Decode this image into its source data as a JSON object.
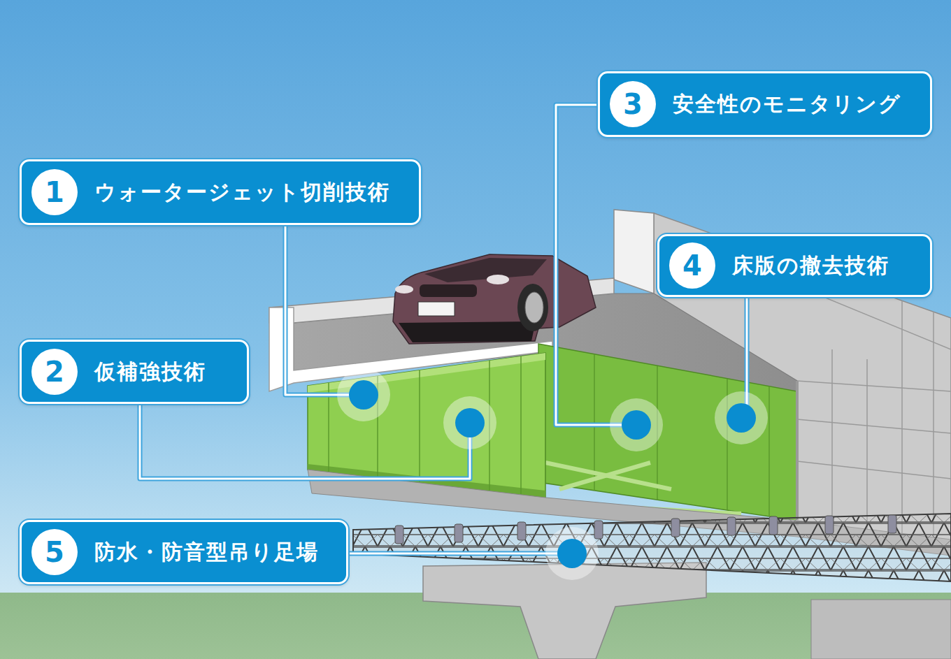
{
  "diagram": {
    "nodes": [
      {
        "text": [
          "ウォータージェット切削技術"
        ]
      },
      {
        "text": [
          "1"
        ],
        "in": 0
      },
      {
        "text": [
          "仮補強技術"
        ]
      },
      {
        "text": [
          "2"
        ],
        "in": 2
      },
      {
        "text": [
          "安全性のモニタリング"
        ]
      },
      {
        "text": [
          "3"
        ],
        "in": 4
      },
      {
        "text": [
          "床版の撤去技術"
        ]
      },
      {
        "text": [
          "4"
        ],
        "in": 6
      },
      {
        "text": [
          "防水・防音型吊り足場"
        ]
      },
      {
        "text": [
          "5"
        ],
        "in": 8
      }
    ]
  }
}
